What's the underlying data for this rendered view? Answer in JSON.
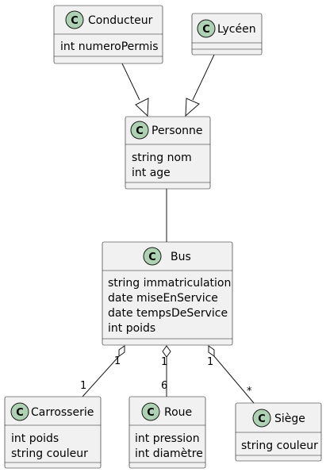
{
  "diagram": {
    "classes": [
      {
        "id": "conducteur",
        "badge": "C",
        "name": "Conducteur",
        "attributes": [
          "int numeroPermis"
        ]
      },
      {
        "id": "lyceen",
        "badge": "C",
        "name": "Lycéen",
        "attributes": []
      },
      {
        "id": "personne",
        "badge": "C",
        "name": "Personne",
        "attributes": [
          "string nom",
          "int age"
        ]
      },
      {
        "id": "bus",
        "badge": "C",
        "name": "Bus",
        "attributes": [
          "string immatriculation",
          "date miseEnService",
          "date tempsDeService",
          "int poids"
        ]
      },
      {
        "id": "carrosserie",
        "badge": "C",
        "name": "Carrosserie",
        "attributes": [
          "int poids",
          "string couleur"
        ]
      },
      {
        "id": "roue",
        "badge": "C",
        "name": "Roue",
        "attributes": [
          "int pression",
          "int diamètre"
        ]
      },
      {
        "id": "siege",
        "badge": "C",
        "name": "Siège",
        "attributes": [
          "string couleur"
        ]
      }
    ],
    "relations": [
      {
        "id": "conducteur-personne",
        "type": "inheritance",
        "from": "conducteur",
        "to": "personne"
      },
      {
        "id": "lyceen-personne",
        "type": "inheritance",
        "from": "lyceen",
        "to": "personne"
      },
      {
        "id": "personne-bus",
        "type": "association",
        "from": "personne",
        "to": "bus"
      },
      {
        "id": "bus-carrosserie",
        "type": "aggregation",
        "from": "bus",
        "to": "carrosserie",
        "source_multiplicity": "1",
        "target_multiplicity": "1"
      },
      {
        "id": "bus-roue",
        "type": "aggregation",
        "from": "bus",
        "to": "roue",
        "source_multiplicity": "1",
        "target_multiplicity": "6"
      },
      {
        "id": "bus-siege",
        "type": "aggregation",
        "from": "bus",
        "to": "siege",
        "source_multiplicity": "1",
        "target_multiplicity": "*"
      }
    ]
  }
}
